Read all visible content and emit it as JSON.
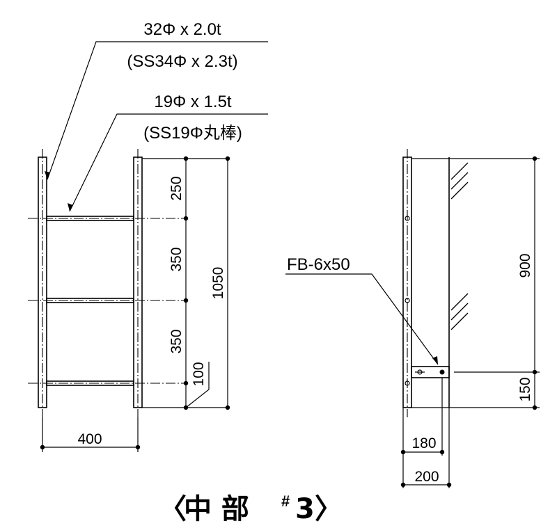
{
  "callouts": {
    "pipe_main": "32Φ x 2.0t",
    "pipe_main_alt": "(SS34Φ x 2.3t)",
    "rung": "19Φ x 1.5t",
    "rung_alt": "(SS19Φ丸棒)",
    "bracket": "FB-6x50"
  },
  "front_dims": {
    "top_gap": "250",
    "mid_gap_1": "350",
    "mid_gap_2": "350",
    "bottom_gap": "100",
    "total_height": "1050",
    "width": "400"
  },
  "side_dims": {
    "height_900": "900",
    "height_150": "150",
    "depth_180": "180",
    "depth_200": "200"
  },
  "title": {
    "open": "〈",
    "main": "中 部",
    "mark": "#",
    "num": "3",
    "close": "〉"
  }
}
